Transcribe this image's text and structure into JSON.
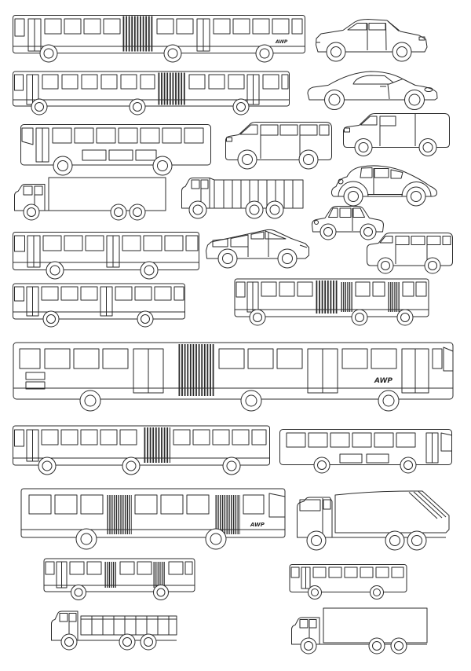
{
  "page": {
    "description": "Clip-art sheet of vehicle side-view line drawings",
    "background_color": "#ffffff",
    "line_color": "#2b2b2b"
  },
  "logos": {
    "awp": "AWP"
  },
  "vehicles": [
    {
      "name": "articulated bus 1",
      "type": "articulated-bus",
      "facing": "left",
      "axles": 3
    },
    {
      "name": "hatchback car",
      "type": "hatchback",
      "facing": "right",
      "axles": 2
    },
    {
      "name": "articulated bus 2",
      "type": "articulated-bus",
      "facing": "left",
      "axles": 3
    },
    {
      "name": "sports coupe",
      "type": "coupe",
      "facing": "right",
      "axles": 2
    },
    {
      "name": "coach bus 1",
      "type": "coach",
      "facing": "left",
      "axles": 2
    },
    {
      "name": "passenger van",
      "type": "van",
      "facing": "left",
      "axles": 2
    },
    {
      "name": "panel van",
      "type": "van",
      "facing": "left",
      "axles": 2
    },
    {
      "name": "box truck 1",
      "type": "box-truck",
      "facing": "left",
      "axles": 3
    },
    {
      "name": "dump truck",
      "type": "dump-truck",
      "facing": "left",
      "axles": 3
    },
    {
      "name": "beetle car",
      "type": "beetle",
      "facing": "left",
      "axles": 2
    },
    {
      "name": "city bus 1",
      "type": "city-bus",
      "facing": "left",
      "axles": 2
    },
    {
      "name": "minivan mpv",
      "type": "minivan",
      "facing": "right",
      "axles": 2
    },
    {
      "name": "mini car",
      "type": "mini",
      "facing": "left",
      "axles": 2
    },
    {
      "name": "minibus",
      "type": "minibus",
      "facing": "left",
      "axles": 2
    },
    {
      "name": "city bus 2",
      "type": "city-bus",
      "facing": "left",
      "axles": 2
    },
    {
      "name": "articulated bus 3",
      "type": "articulated-bus",
      "facing": "left",
      "axles": 3
    },
    {
      "name": "articulated bus large",
      "type": "articulated-bus",
      "facing": "right",
      "axles": 3
    },
    {
      "name": "articulated bus 4",
      "type": "articulated-bus",
      "facing": "left",
      "axles": 3
    },
    {
      "name": "coach bus 2",
      "type": "coach",
      "facing": "right",
      "axles": 2
    },
    {
      "name": "city bus dark doors",
      "type": "city-bus",
      "facing": "right",
      "axles": 2
    },
    {
      "name": "garbage truck",
      "type": "garbage-truck",
      "facing": "left",
      "axles": 3
    },
    {
      "name": "city bus 3",
      "type": "city-bus",
      "facing": "left",
      "axles": 2
    },
    {
      "name": "shuttle bus",
      "type": "shuttle-bus",
      "facing": "left",
      "axles": 2
    },
    {
      "name": "flatbed truck",
      "type": "flatbed-truck",
      "facing": "left",
      "axles": 3
    },
    {
      "name": "box truck 2",
      "type": "box-truck",
      "facing": "left",
      "axles": 3
    }
  ]
}
